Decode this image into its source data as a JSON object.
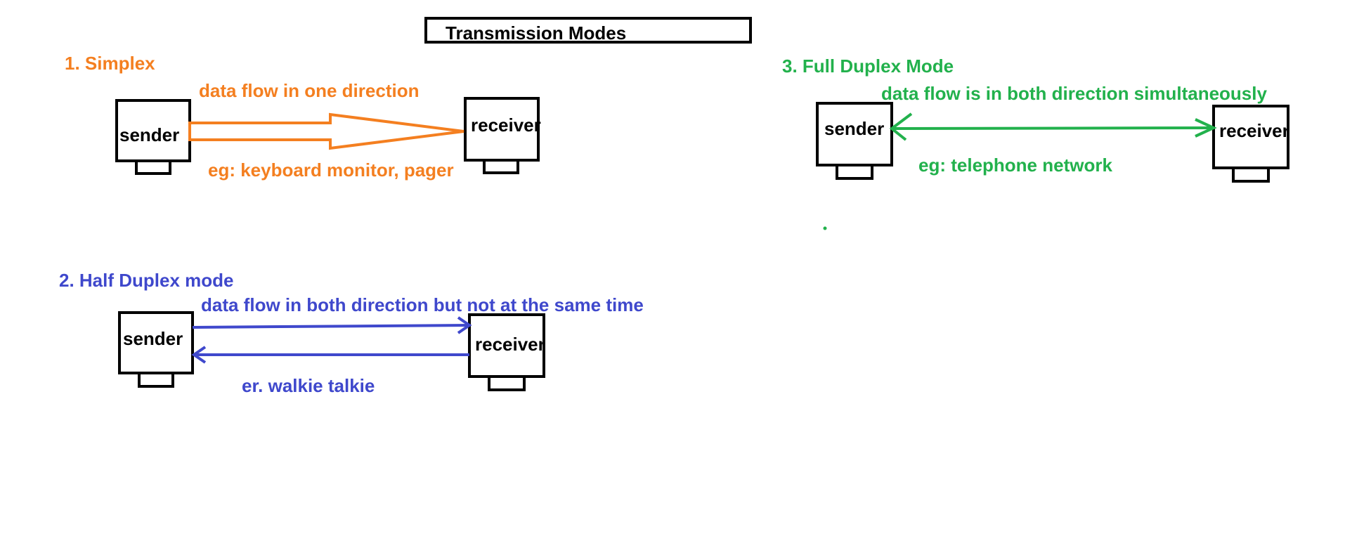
{
  "title": "Transmission Modes",
  "colors": {
    "simplex": "#f47f20",
    "half_duplex": "#3f48cc",
    "full_duplex": "#22b14c",
    "box": "#000000"
  },
  "simplex": {
    "heading": "1. Simplex",
    "flow": "data flow in one direction",
    "sender": "sender",
    "receiver": "receiver",
    "example": "eg: keyboard monitor, pager"
  },
  "half_duplex": {
    "heading": "2. Half Duplex mode",
    "flow": "data flow in both direction but not at the same time",
    "sender": "sender",
    "receiver": "receiver",
    "example": "er. walkie talkie"
  },
  "full_duplex": {
    "heading": "3. Full Duplex Mode",
    "flow": "data flow is in both direction simultaneously",
    "sender": "sender",
    "receiver": "receiver",
    "example": "eg: telephone network"
  }
}
